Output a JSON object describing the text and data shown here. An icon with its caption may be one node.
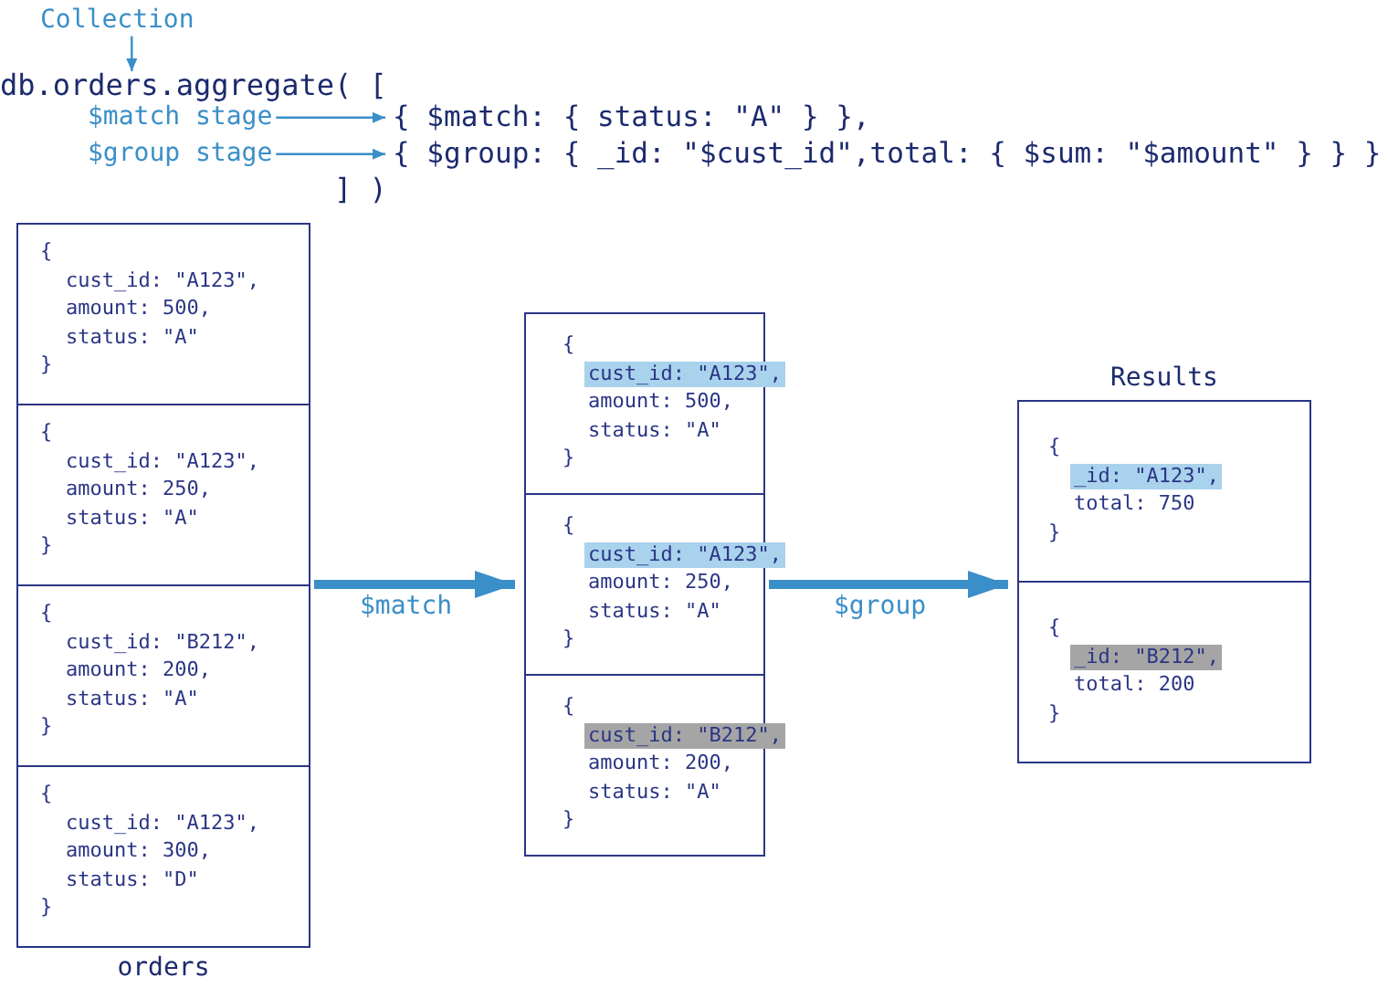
{
  "diagram": {
    "nodes": [
      {
        "text": [
          "Collection"
        ]
      },
      {
        "text": [
          "db.orders.aggregate( ["
        ]
      },
      {
        "text": [
          "$match stage"
        ]
      },
      {
        "text": [
          "{ $match: { status: \"A\" } },"
        ]
      },
      {
        "text": [
          "$group stage"
        ]
      },
      {
        "text": [
          "{ $group: { _id: \"$cust_id\",total: { $sum: \"$amount\" } } }"
        ]
      },
      {
        "text": [
          "orders"
        ]
      },
      {
        "text": [
          "{",
          "cust_id: \"A123\",",
          "amount: 500,",
          "status: \"A\"",
          "}"
        ],
        "in": 6
      },
      {
        "text": [
          "{",
          "cust_id: \"A123\",",
          "amount: 250,",
          "status: \"A\"",
          "}"
        ],
        "in": 6
      },
      {
        "text": [
          "{",
          "cust_id: \"B212\",",
          "amount: 200,",
          "status: \"A\"",
          "}"
        ],
        "in": 6
      },
      {
        "text": [
          "{",
          "cust_id: \"A123\",",
          "amount: 300,",
          "status: \"D\"",
          "}"
        ],
        "in": 6
      },
      {
        "text": [],
        "shape": "box"
      },
      {
        "text": [
          "{",
          "cust_id: \"A123\",",
          "amount: 500,",
          "status: \"A\"",
          "}"
        ],
        "in": 11
      },
      {
        "text": [
          "{",
          "cust_id: \"A123\",",
          "amount: 250,",
          "status: \"A\"",
          "}"
        ],
        "in": 11
      },
      {
        "text": [
          "{",
          "cust_id: \"B212\",",
          "amount: 200,",
          "status: \"A\"",
          "}"
        ],
        "in": 11
      },
      {
        "text": [
          "Results"
        ]
      },
      {
        "text": [
          "{",
          "_id: \"A123\",",
          "total: 750",
          "}"
        ],
        "in": 15
      },
      {
        "text": [
          "{",
          "_id: \"B212\",",
          "total: 200",
          "}"
        ],
        "in": 15
      }
    ],
    "edges": [
      {
        "from": 0,
        "to": 1,
        "arrow": "to"
      },
      {
        "from": 2,
        "to": 3,
        "arrow": "to"
      },
      {
        "from": 4,
        "to": 5,
        "arrow": "to"
      },
      {
        "from": 6,
        "to": 11,
        "arrow": "to",
        "label": "$match",
        "style": "thick"
      },
      {
        "from": 11,
        "to": 15,
        "arrow": "to",
        "label": "$group",
        "style": "thick"
      }
    ],
    "labels": [
      "] )"
    ]
  }
}
